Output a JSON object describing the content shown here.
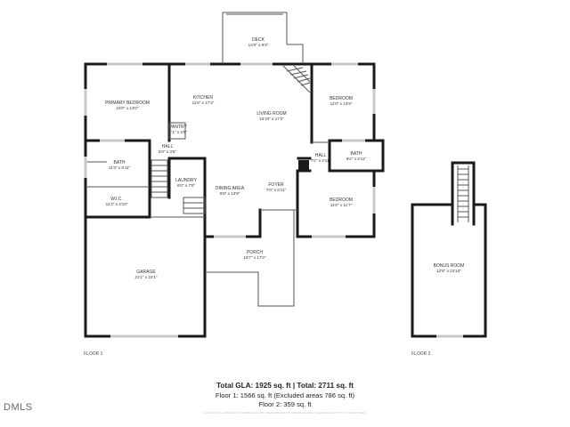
{
  "floor_labels": {
    "floor1": "FLOOR 1",
    "floor2": "FLOOR 2"
  },
  "rooms": {
    "deck": {
      "name": "DECK",
      "dims": "14'0\" x 9'3\""
    },
    "primary_bedroom": {
      "name": "PRIMARY BEDROOM",
      "dims": "15'0\" x 13'0\""
    },
    "kitchen": {
      "name": "KITCHEN",
      "dims": "11'6\" x 17'2\""
    },
    "pantry": {
      "name": "PANTRY",
      "dims": "1'1\" x 2'5\""
    },
    "living_room": {
      "name": "LIVING ROOM",
      "dims": "13'10\" x 17'2\""
    },
    "bedroom_upper": {
      "name": "BEDROOM",
      "dims": "11'0\" x 13'9\""
    },
    "hall_left": {
      "name": "HALL",
      "dims": "6'0\" x 3'5\""
    },
    "bath_left": {
      "name": "BATH",
      "dims": "11'3\" x 8'11\""
    },
    "hall_right": {
      "name": "HALL",
      "dims": "7'2\" x 4'11\""
    },
    "bath_right": {
      "name": "BATH",
      "dims": "9'2\" x 4'11\""
    },
    "wic": {
      "name": "W.I.C.",
      "dims": "11'3\" x 4'10\""
    },
    "laundry": {
      "name": "LAUNDRY",
      "dims": "6'0\" x 7'0\""
    },
    "dining_area": {
      "name": "DINING AREA",
      "dims": "9'8\" x 13'9\""
    },
    "foyer": {
      "name": "FOYER",
      "dims": "7'0\" x 6'11\""
    },
    "bedroom_lower": {
      "name": "BEDROOM",
      "dims": "11'0\" x 11'7\""
    },
    "porch": {
      "name": "PORCH",
      "dims": "16'7\" x 17'2\""
    },
    "garage": {
      "name": "GARAGE",
      "dims": "21'1\" x 24'1\""
    },
    "bonus_room": {
      "name": "BONUS ROOM",
      "dims": "12'8\" x 22'10\""
    }
  },
  "summary": {
    "total": "Total GLA: 1925 sq. ft | Total: 2711 sq. ft",
    "floor1": "Floor 1: 1566 sq. ft (Excluded areas 786 sq. ft)",
    "floor2": "Floor 2: 359 sq. ft"
  },
  "disclaimer": "FLOOR PLAN CREATED BY CUBICASA APP. MEASUREMENTS DEEMED HIGHLY RELIABLE BUT NOT GUARANTEED.",
  "brand": "DMLS",
  "colors": {
    "wall": "#1a1a1a",
    "thin": "#555555",
    "window": "#c8c8c8"
  }
}
